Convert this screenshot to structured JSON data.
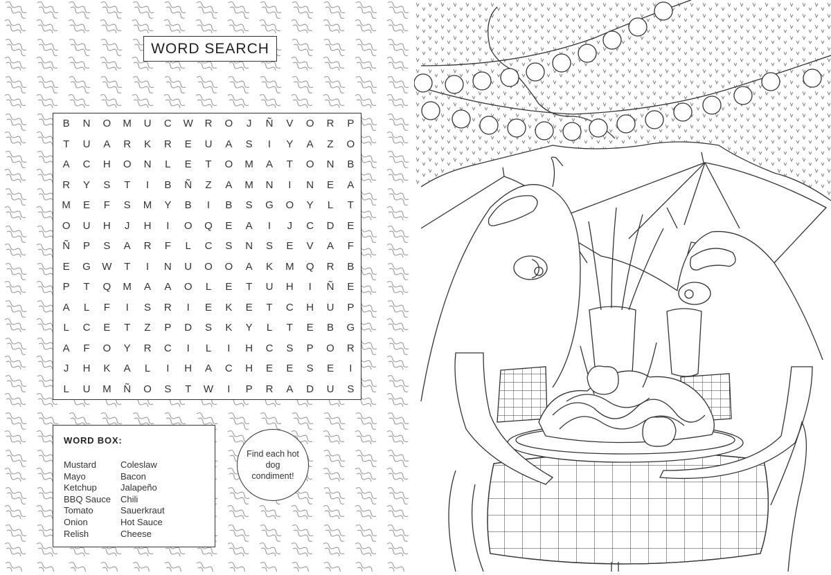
{
  "puzzle": {
    "title": "WORD SEARCH",
    "grid": [
      [
        "B",
        "N",
        "O",
        "M",
        "U",
        "C",
        "W",
        "R",
        "O",
        "J",
        "Ñ",
        "V",
        "O",
        "R",
        "P"
      ],
      [
        "T",
        "U",
        "A",
        "R",
        "K",
        "R",
        "E",
        "U",
        "A",
        "S",
        "I",
        "Y",
        "A",
        "Z",
        "O"
      ],
      [
        "A",
        "C",
        "H",
        "O",
        "N",
        "L",
        "E",
        "T",
        "O",
        "M",
        "A",
        "T",
        "O",
        "N",
        "B"
      ],
      [
        "R",
        "Y",
        "S",
        "T",
        "I",
        "B",
        "Ñ",
        "Z",
        "A",
        "M",
        "N",
        "I",
        "N",
        "E",
        "A"
      ],
      [
        "M",
        "E",
        "F",
        "S",
        "M",
        "Y",
        "B",
        "I",
        "B",
        "S",
        "G",
        "O",
        "Y",
        "L",
        "T"
      ],
      [
        "O",
        "U",
        "H",
        "J",
        "H",
        "I",
        "O",
        "Q",
        "E",
        "A",
        "I",
        "J",
        "C",
        "D",
        "E"
      ],
      [
        "Ñ",
        "P",
        "S",
        "A",
        "R",
        "F",
        "L",
        "C",
        "S",
        "N",
        "S",
        "E",
        "V",
        "A",
        "F"
      ],
      [
        "E",
        "G",
        "W",
        "T",
        "I",
        "N",
        "U",
        "O",
        "O",
        "A",
        "K",
        "M",
        "Q",
        "R",
        "B"
      ],
      [
        "P",
        "T",
        "Q",
        "M",
        "A",
        "A",
        "O",
        "L",
        "E",
        "T",
        "U",
        "H",
        "I",
        "Ñ",
        "E"
      ],
      [
        "A",
        "L",
        "F",
        "I",
        "S",
        "R",
        "I",
        "E",
        "K",
        "E",
        "T",
        "C",
        "H",
        "U",
        "P"
      ],
      [
        "L",
        "C",
        "E",
        "T",
        "Z",
        "P",
        "D",
        "S",
        "K",
        "Y",
        "L",
        "T",
        "E",
        "B",
        "G"
      ],
      [
        "A",
        "F",
        "O",
        "Y",
        "R",
        "C",
        "I",
        "L",
        "I",
        "H",
        "C",
        "S",
        "P",
        "O",
        "R"
      ],
      [
        "J",
        "H",
        "K",
        "A",
        "L",
        "I",
        "H",
        "A",
        "C",
        "H",
        "E",
        "E",
        "S",
        "E",
        "I"
      ],
      [
        "L",
        "U",
        "M",
        "Ñ",
        "O",
        "S",
        "T",
        "W",
        "I",
        "P",
        "R",
        "A",
        "D",
        "U",
        "S"
      ]
    ],
    "word_box": {
      "title": "WORD BOX:",
      "column_1": [
        "Mustard",
        "Mayo",
        "Ketchup",
        "BBQ Sauce",
        "Tomato",
        "Onion",
        "Relish"
      ],
      "column_2": [
        "Coleslaw",
        "Bacon",
        "Jalapeño",
        "Chili",
        "Sauerkraut",
        "Hot Sauce",
        "Cheese"
      ]
    },
    "hint": "Find each hot dog condiment!"
  },
  "illustration": {
    "description": "Coloring page: two characters sharing spaghetti and meatballs at a checkered-tablecloth table under umbrellas and string lights",
    "icons": [
      "string-lights-icon",
      "umbrella-icon",
      "character-icon",
      "spaghetti-plate-icon",
      "meatball-icon",
      "vase-icon",
      "checkered-tablecloth-icon"
    ]
  },
  "colors": {
    "ink": "#333333",
    "pattern": "#9a9a9a",
    "paper": "#ffffff"
  }
}
